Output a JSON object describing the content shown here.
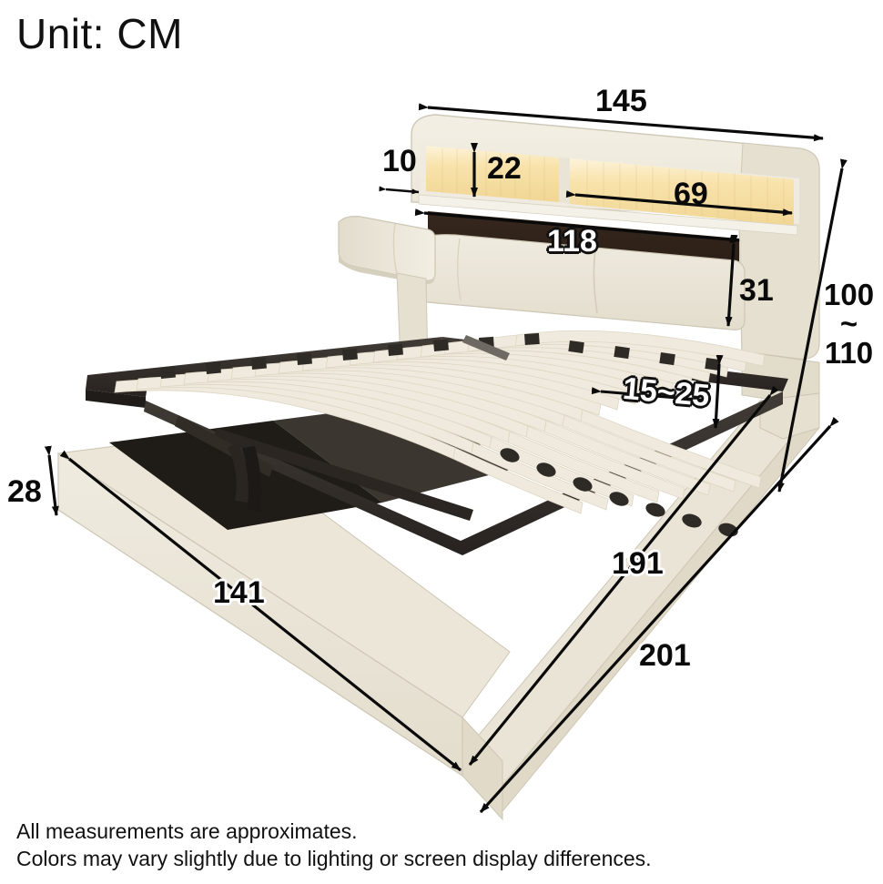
{
  "title": "Unit: CM",
  "unit": "CM",
  "notes": [
    "All measurements are approximates.",
    "Colors may vary slightly due to lighting or screen display differences."
  ],
  "product": {
    "name": "upholstered-storage-bed-with-led-headboard",
    "colors": {
      "upholstery_cream": "#ece7da",
      "upholstery_shadow": "#d6d0c0",
      "led_niche_amber": "#f6dfa6",
      "dark_panel": "#2e2119",
      "metal_frame": "#2f2a26",
      "slat_wood": "#efeadd",
      "background": "#ffffff",
      "dimension_line": "#0a0a0a"
    }
  },
  "chart_data": {
    "type": "diagram",
    "title": "Unit: CM",
    "units": "cm",
    "subject": "Upholstered platform bed with LED headboard shelving and lift-up storage base",
    "measurements": [
      {
        "id": "headboard-total-width",
        "label": "145",
        "value": 145,
        "part": "headboard overall width",
        "orientation": "horizontal-top"
      },
      {
        "id": "shelf-depth",
        "label": "10",
        "value": 10,
        "part": "headboard shelf depth",
        "orientation": "horizontal-short"
      },
      {
        "id": "shelf-height",
        "label": "22",
        "value": 22,
        "part": "LED niche height",
        "orientation": "vertical"
      },
      {
        "id": "shelf-width-right",
        "label": "69",
        "value": 69,
        "part": "right LED niche width",
        "orientation": "horizontal"
      },
      {
        "id": "dark-panel-width",
        "label": "118",
        "value": 118,
        "part": "dark headboard panel width",
        "orientation": "horizontal",
        "style": "white-outline"
      },
      {
        "id": "dark-panel-height",
        "label": "31",
        "value": 31,
        "part": "dark headboard panel height",
        "orientation": "vertical"
      },
      {
        "id": "headboard-height",
        "label": "100 ~ 110",
        "value_min": 100,
        "value_max": 110,
        "part": "overall headboard height",
        "orientation": "vertical-right"
      },
      {
        "id": "storage-clearance",
        "label": "15~25",
        "value_min": 15,
        "value_max": 25,
        "part": "under-slat storage clearance",
        "orientation": "vertical"
      },
      {
        "id": "base-height",
        "label": "28",
        "value": 28,
        "part": "base side rail height",
        "orientation": "vertical-left"
      },
      {
        "id": "base-width",
        "label": "141",
        "value": 141,
        "part": "base front width",
        "orientation": "diagonal"
      },
      {
        "id": "mattress-length",
        "label": "191",
        "value": 191,
        "part": "inner mattress length",
        "orientation": "diagonal"
      },
      {
        "id": "base-length",
        "label": "201",
        "value": 201,
        "part": "base overall length",
        "orientation": "diagonal"
      }
    ],
    "labels": {
      "d145": "145",
      "d10": "10",
      "d22": "22",
      "d69": "69",
      "d118": "118",
      "d31": "31",
      "d100": "100",
      "tilde": "~",
      "d110": "110",
      "d1525": "15~25",
      "d28": "28",
      "d141": "141",
      "d191": "191",
      "d201": "201"
    }
  }
}
